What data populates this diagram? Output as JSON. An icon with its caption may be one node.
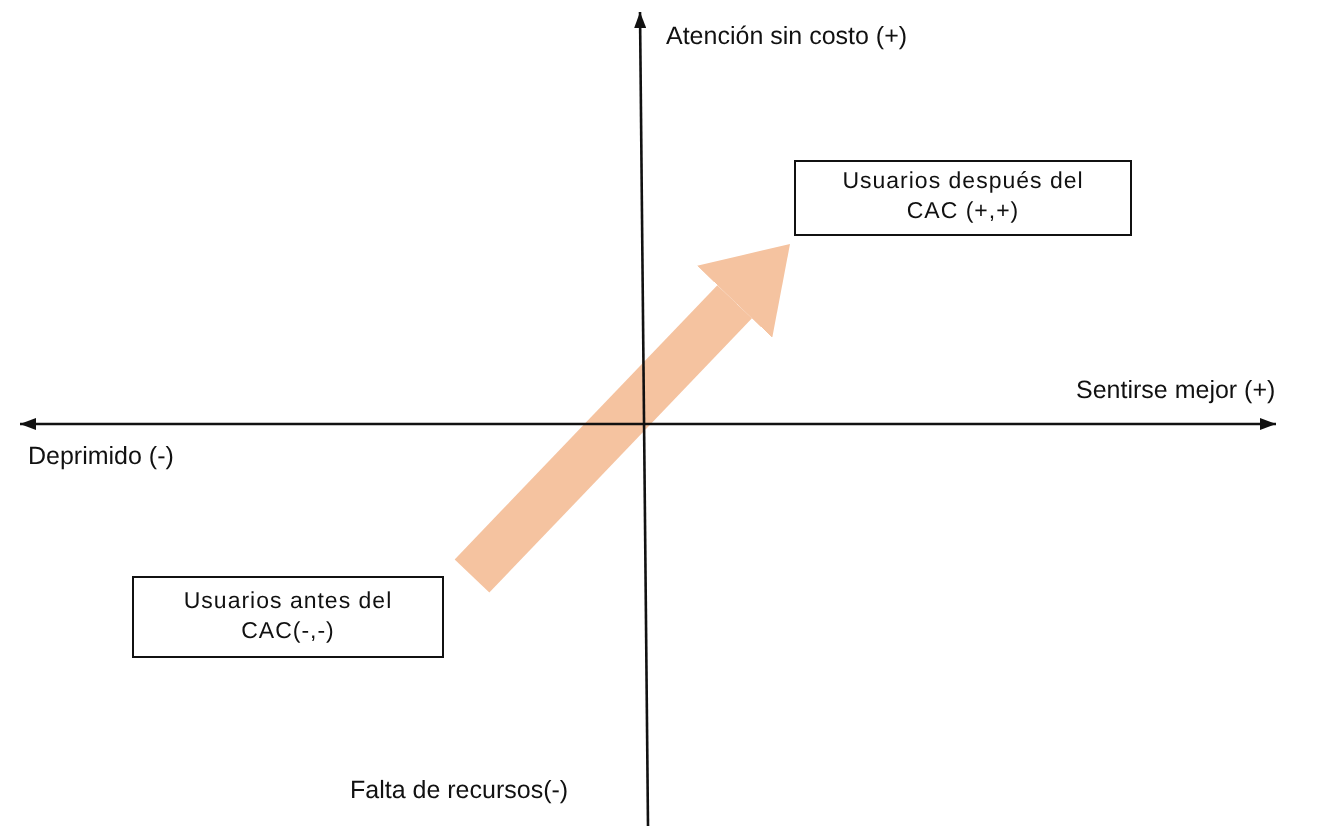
{
  "diagram": {
    "nodes": [
      {
        "text": [
          "Usuarios después del CAC (+,+)"
        ]
      },
      {
        "text": [
          "Usuarios antes del CAC(-,-)"
        ]
      }
    ],
    "edges": [
      {
        "from": 1,
        "to": 0,
        "arrow": "to"
      }
    ],
    "labels": [
      "Atención sin costo (+)",
      "Sentirse mejor (+)",
      "Deprimido (-)",
      "Falta de recursos(-)"
    ]
  }
}
